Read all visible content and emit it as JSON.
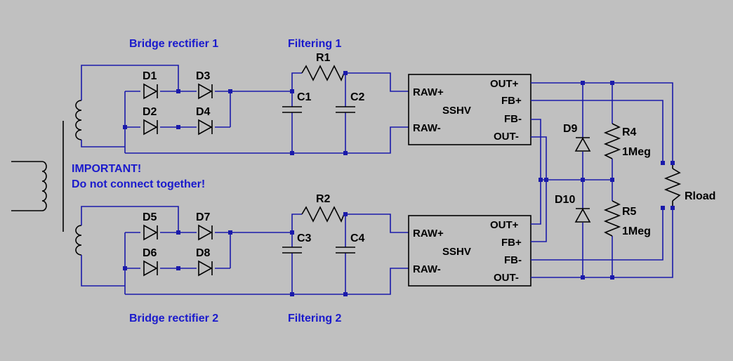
{
  "sections": {
    "bridge1": "Bridge rectifier 1",
    "filter1": "Filtering 1",
    "bridge2": "Bridge rectifier 2",
    "filter2": "Filtering 2"
  },
  "note": {
    "line1": "IMPORTANT!",
    "line2": "Do not connect together!"
  },
  "components": {
    "d1": "D1",
    "d2": "D2",
    "d3": "D3",
    "d4": "D4",
    "d5": "D5",
    "d6": "D6",
    "d7": "D7",
    "d8": "D8",
    "d9": "D9",
    "d10": "D10",
    "r1": "R1",
    "r2": "R2",
    "c1": "C1",
    "c2": "C2",
    "c3": "C3",
    "c4": "C4",
    "r4": "R4",
    "r4_value": "1Meg",
    "r5": "R5",
    "r5_value": "1Meg",
    "rload": "Rload"
  },
  "module1": {
    "name": "SSHV",
    "raw_plus": "RAW+",
    "raw_minus": "RAW-",
    "out_plus": "OUT+",
    "fb_plus": "FB+",
    "fb_minus": "FB-",
    "out_minus": "OUT-"
  },
  "module2": {
    "name": "SSHV",
    "raw_plus": "RAW+",
    "raw_minus": "RAW-",
    "out_plus": "OUT+",
    "fb_plus": "FB+",
    "fb_minus": "FB-",
    "out_minus": "OUT-"
  },
  "colors": {
    "background": "#c0c0c0",
    "wire": "#1a1aaa",
    "component": "#000000",
    "note": "#1a1acc"
  }
}
